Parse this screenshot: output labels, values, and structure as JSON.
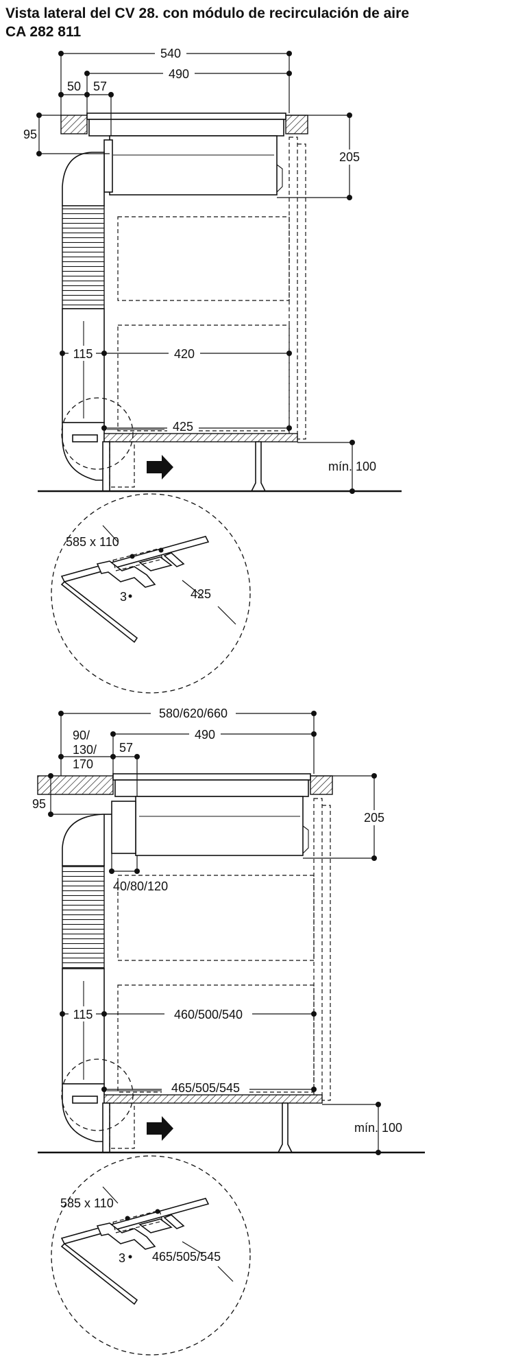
{
  "title": {
    "line1": "Vista lateral del CV 28. con módulo de recirculación de aire",
    "line2": "CA 282 811"
  },
  "top_view": {
    "dim_540": "540",
    "dim_490": "490",
    "dim_50": "50",
    "dim_57": "57",
    "dim_95": "95",
    "dim_205": "205",
    "dim_115": "115",
    "dim_420": "420",
    "dim_425": "425",
    "dim_min100": "mín. 100",
    "detail_585x110": "585 x 110",
    "detail_3": "3",
    "detail_425": "425"
  },
  "bottom_view": {
    "dim_580": "580/620/660",
    "dim_490": "490",
    "dim_90": "90/",
    "dim_130": "130/",
    "dim_170": "170",
    "dim_57": "57",
    "dim_95": "95",
    "dim_205": "205",
    "dim_40": "40/80/120",
    "dim_115": "115",
    "dim_460": "460/500/540",
    "dim_465": "465/505/545",
    "dim_min100": "mín. 100",
    "detail_585x110": "585 x 110",
    "detail_3": "3",
    "detail_465": "465/505/545"
  }
}
